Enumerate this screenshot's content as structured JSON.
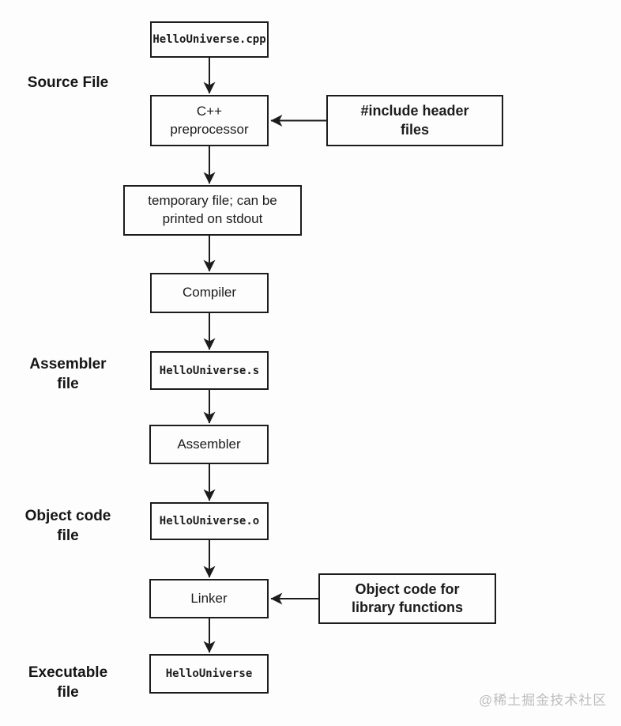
{
  "diagram": {
    "title_semantic": "C++ compilation process flowchart",
    "colors": {
      "background": "#fdfdfd",
      "line": "#1c1c1c",
      "watermark": "#bdbdbd"
    },
    "nodes": {
      "source_file": {
        "label": "HelloUniverse.cpp"
      },
      "preprocessor": {
        "lines": [
          "C++",
          "preprocessor"
        ]
      },
      "temp_file": {
        "lines": [
          "temporary file; can be",
          "printed on stdout"
        ]
      },
      "compiler": {
        "label": "Compiler"
      },
      "assembly_file": {
        "label": "HelloUniverse.s"
      },
      "assembler": {
        "label": "Assembler"
      },
      "object_file": {
        "label": "HelloUniverse.o"
      },
      "linker": {
        "label": "Linker"
      },
      "executable": {
        "label": "HelloUniverse"
      }
    },
    "annotations": {
      "include_headers": {
        "lines": [
          "#include header",
          "files"
        ]
      },
      "library_objects": {
        "lines": [
          "Object code for",
          "library functions"
        ]
      }
    },
    "side_labels": {
      "source": {
        "lines": [
          "Source File",
          ""
        ]
      },
      "assembler": {
        "lines": [
          "Assembler",
          "file"
        ]
      },
      "object": {
        "lines": [
          "Object code",
          "file"
        ]
      },
      "executable": {
        "lines": [
          "Executable",
          "file"
        ]
      }
    },
    "watermark": "@稀土掘金技术社区"
  }
}
